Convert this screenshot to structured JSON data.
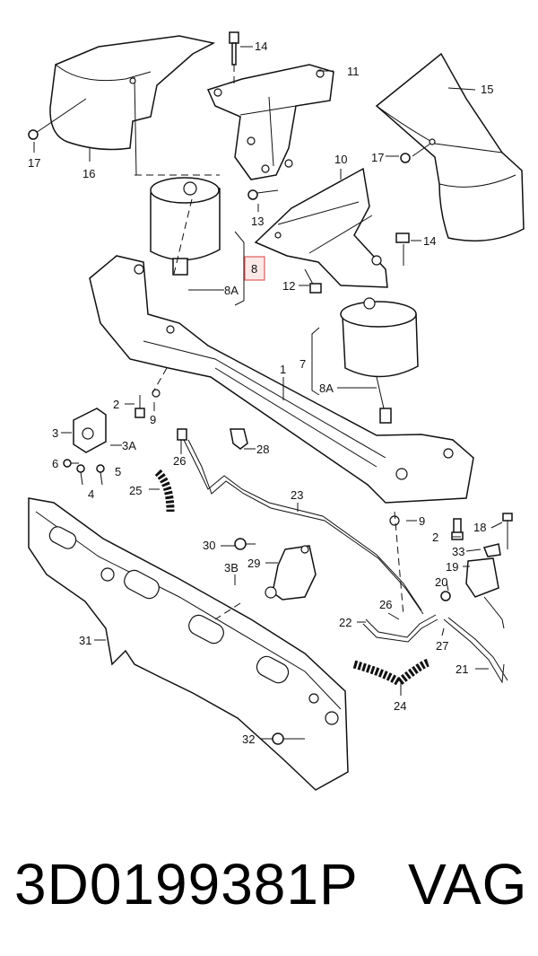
{
  "labels": {
    "l14a": "14",
    "l11": "11",
    "l15": "15",
    "l17a": "17",
    "l16": "16",
    "l17b": "17",
    "l10": "10",
    "l13": "13",
    "l14b": "14",
    "l8": "8",
    "l8A": "8A",
    "l12": "12",
    "l7": "7",
    "l8Ab": "8A",
    "l1": "1",
    "l2a": "2",
    "l9a": "9",
    "l3": "3",
    "l3A": "3A",
    "l6": "6",
    "l4": "4",
    "l5": "5",
    "l26a": "26",
    "l28": "28",
    "l25": "25",
    "l23": "23",
    "l9b": "9",
    "l2b": "2",
    "l18": "18",
    "l33": "33",
    "l19": "19",
    "l30": "30",
    "l3B": "3B",
    "l29": "29",
    "l20": "20",
    "l26b": "26",
    "l22": "22",
    "l27": "27",
    "l31": "31",
    "l21": "21",
    "l24": "24",
    "l32": "32"
  },
  "footer": {
    "part_number": "3D0199381P",
    "brand": "VAG"
  },
  "colors": {
    "highlight_border": "#e05a5a",
    "highlight_fill": "#fde8e8"
  }
}
